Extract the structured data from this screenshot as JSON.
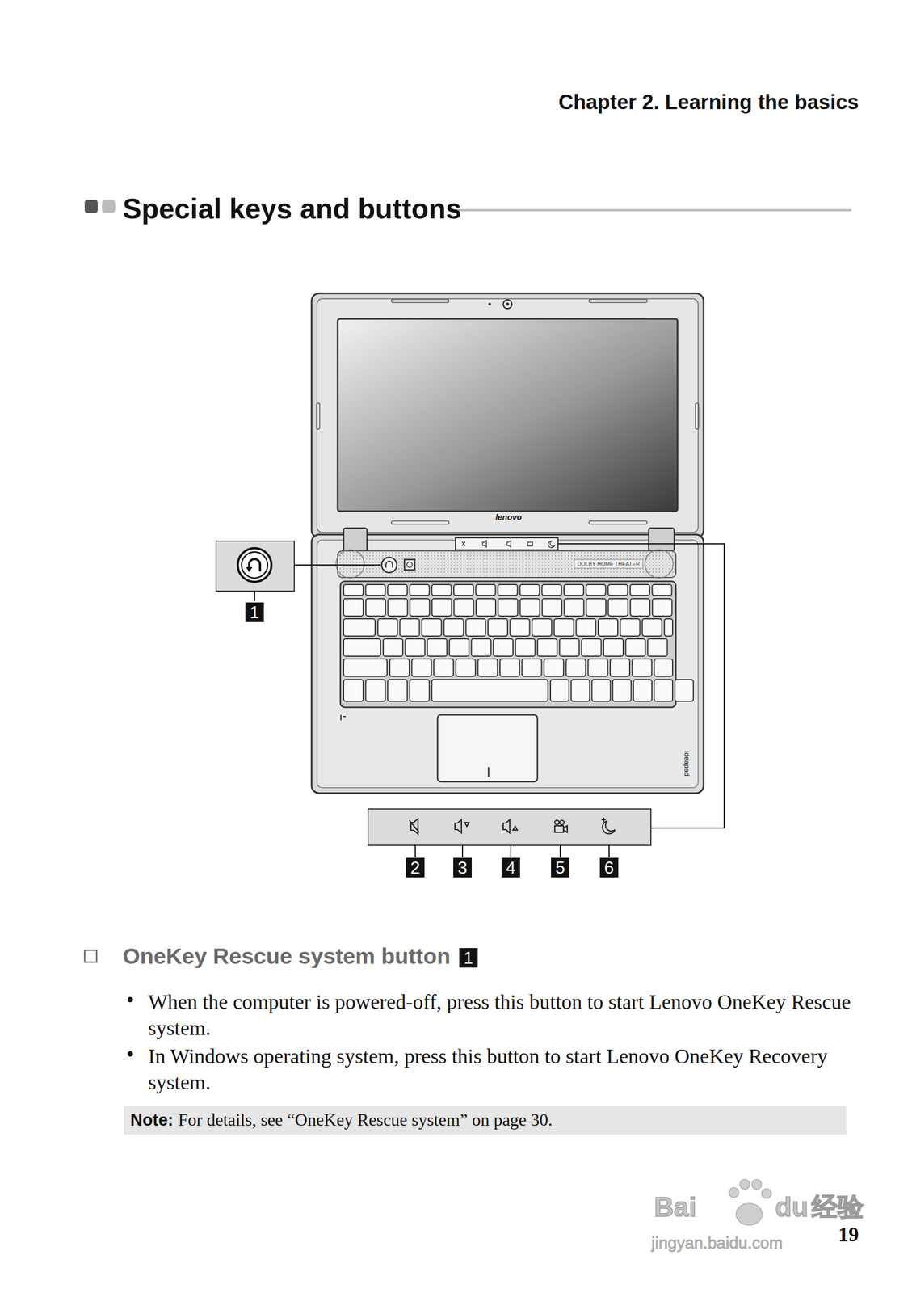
{
  "diagram": {
    "title": "Special keys and buttons",
    "nodes": [
      {
        "text": [
          "Note:",
          "For details, see “OneKey Rescue system” on page 30."
        ]
      }
    ],
    "labels": [
      "Chapter 2. Learning the basics",
      "lenovo",
      "DOLBY HOME THEATER",
      "ideapad",
      "1",
      "2",
      "3",
      "4",
      "5",
      "6",
      "OneKey Rescue system button",
      "1",
      "When the computer is powered-off, press this button to start Lenovo OneKey Rescue system.",
      "In Windows operating system, press this button to start Lenovo OneKey Recovery system.",
      "19",
      "Bai",
      "du",
      "经验",
      "jingyan.baidu.com"
    ]
  }
}
